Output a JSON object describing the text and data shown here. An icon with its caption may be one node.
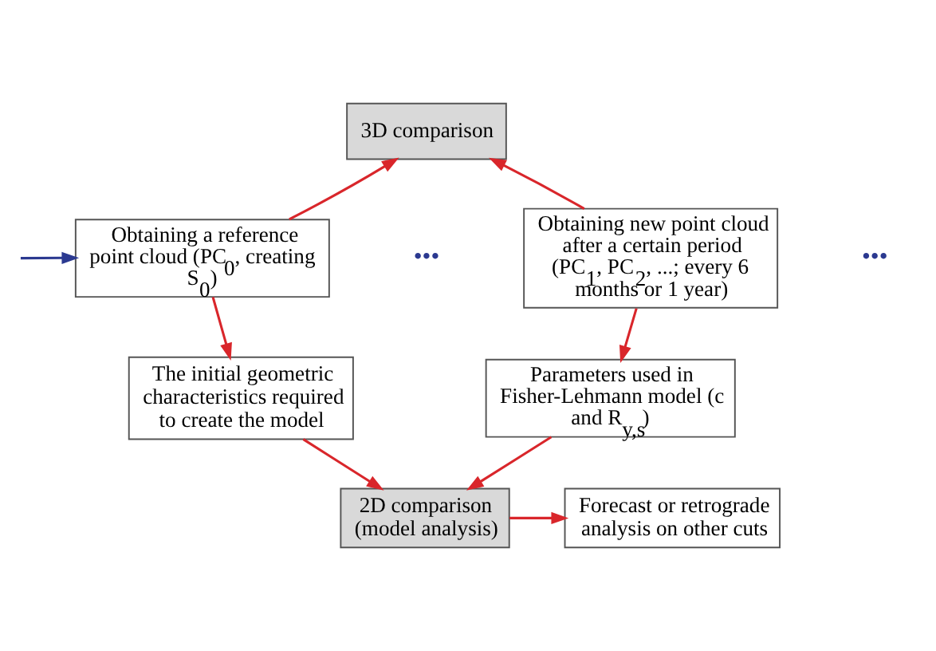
{
  "diagram": {
    "nodes": [
      {
        "text": [
          "3D comparison"
        ]
      },
      {
        "text": [
          "Obtaining a reference point cloud (PC$_{0}$, creating S$_{0}$)"
        ]
      },
      {
        "text": [
          "Obtaining new point cloud after a certain period (PC$_{1}$, PC$_{2}$, ...; every 6 months or 1 year)"
        ]
      },
      {
        "text": [
          "The initial geometric characteristics required to create the model"
        ]
      },
      {
        "text": [
          "Parameters used in Fisher-Lehmann model (c and R$_{y,s}$)"
        ]
      },
      {
        "text": [
          "Forecast or retrograde analysis on other cuts"
        ]
      },
      {
        "text": [
          "2D comparison (model analysis)"
        ]
      }
    ],
    "edges": [
      {
        "from": null,
        "to": 1,
        "arrow": "to",
        "color": "#2b3990"
      },
      {
        "from": 1,
        "to": 0,
        "arrow": "to"
      },
      {
        "from": 2,
        "to": 0,
        "arrow": "to"
      },
      {
        "from": 1,
        "to": 3,
        "arrow": "to"
      },
      {
        "from": 2,
        "to": 4,
        "arrow": "to"
      },
      {
        "from": 3,
        "to": 6,
        "arrow": "to"
      },
      {
        "from": 4,
        "to": 6,
        "arrow": "to"
      },
      {
        "from": 6,
        "to": 5,
        "arrow": "to"
      }
    ],
    "labels": [
      "•••",
      "•••"
    ]
  }
}
